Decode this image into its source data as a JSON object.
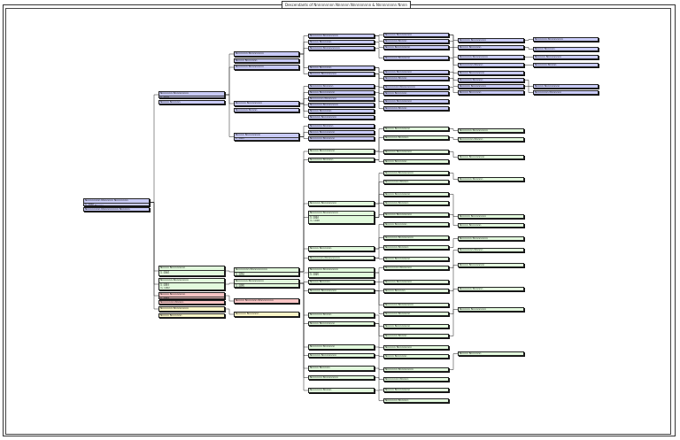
{
  "title": "Descendants of Nnnnnnnnn Nnnnnn Nnnnnnnnn & Nnnnnnnnn Nnnn",
  "colors": {
    "blue": "#c8caf6",
    "green": "#e2fadd",
    "pink": "#f8c4c4",
    "yellow": "#fbf6c8",
    "line": "#222222"
  },
  "nodes": [
    {
      "id": "root",
      "name": "Nnnnnnnnn Nnnnnnn Nnnnnnnn",
      "details": [
        "b. 1850",
        "d. 1915 Nnnnnn"
      ],
      "color": "blue"
    },
    {
      "id": "root-sp",
      "name": "Nnnnnnnnn Nnnnnnnnnn Nnnnnn",
      "details": [],
      "color": "blue"
    },
    {
      "id": "g1a",
      "name": "Nnnnnnn Nnnnnnnnn",
      "details": [
        "b. 1876"
      ],
      "color": "blue"
    },
    {
      "id": "g1a-sp",
      "name": "Nnnnn Nnnnnn",
      "details": [],
      "color": "blue"
    },
    {
      "id": "g1b",
      "name": "Nnnnn Nnnnnnnnn",
      "details": [
        "b. 1879",
        "d. 1950"
      ],
      "color": "green"
    },
    {
      "id": "g1c",
      "name": "Nnnnnnn Nnnnnnnnn",
      "details": [
        "b. 1881",
        "d. 1953",
        "m. 1902"
      ],
      "color": "green"
    },
    {
      "id": "g1d",
      "name": "Nnnnn Nnnnnnnnn",
      "details": [
        "b. 1884"
      ],
      "color": "pink"
    },
    {
      "id": "g1d-sp",
      "name": "Nnnnnnnn Nnnnn",
      "details": [],
      "color": "pink"
    },
    {
      "id": "g1e",
      "name": "Nnnnnnn Nnnnnnnnn",
      "details": [
        "b. 1887"
      ],
      "color": "yellow"
    },
    {
      "id": "g1e-sp",
      "name": "Nnnnn Nnnnnnn",
      "details": [],
      "color": "yellow"
    },
    {
      "id": "g2a",
      "name": "Nnnnnnn Nnnnnnnnn",
      "details": [],
      "color": "blue"
    },
    {
      "id": "g2a-sp",
      "name": "Nnnnn Nnnnnnn",
      "details": [],
      "color": "blue"
    },
    {
      "id": "g2b",
      "name": "Nnnnnnn Nnnnnnnnn",
      "details": [],
      "color": "blue"
    },
    {
      "id": "g2c",
      "name": "Nnnnnn Nnnnnnnnn",
      "details": [],
      "color": "blue"
    },
    {
      "id": "g2c-sp",
      "name": "Nnnnnnn Nnnnn",
      "details": [],
      "color": "blue"
    },
    {
      "id": "g2d",
      "name": "Nnnnn Nnnnnnnnn",
      "details": [
        "b. 1905"
      ],
      "color": "blue"
    },
    {
      "id": "g2e",
      "name": "Nnnnnnnn Nnnnnnnnnn",
      "details": [
        "b. 1903",
        "d. 1970"
      ],
      "color": "green"
    },
    {
      "id": "g2f",
      "name": "Nnnnnnn Nnnnnnnnn",
      "details": [
        "b. 1906",
        "d. 1975"
      ],
      "color": "green"
    },
    {
      "id": "g2g",
      "name": "Nnnnn Nnnnnnn Nnnnnnnnn",
      "details": [],
      "color": "pink"
    },
    {
      "id": "g2h",
      "name": "Nnnnnn Nnnnnnn",
      "details": [],
      "color": "yellow"
    },
    {
      "id": "g3-01",
      "name": "Nnnnnnn Nnnnnnnnn",
      "details": [],
      "color": "blue"
    },
    {
      "id": "g3-02",
      "name": "Nnnnn Nnnnnnn",
      "details": [],
      "color": "blue"
    },
    {
      "id": "g3-03",
      "name": "Nnnnnnn Nnnnnnnnnn",
      "details": [],
      "color": "blue"
    },
    {
      "id": "g3-04",
      "name": "Nnnnn Nnnnnnn",
      "details": [],
      "color": "blue"
    },
    {
      "id": "g3-05",
      "name": "Nnnnnn Nnnnnnnnn",
      "details": [],
      "color": "blue"
    },
    {
      "id": "g3-06",
      "name": "Nnnnnnn Nnnnnn",
      "details": [],
      "color": "blue"
    },
    {
      "id": "g3-07",
      "name": "Nnnnn Nnnnnnnnn",
      "details": [],
      "color": "blue"
    },
    {
      "id": "g3-08",
      "name": "Nnnnnnnn Nnnnnnn",
      "details": [],
      "color": "blue"
    },
    {
      "id": "g3-09",
      "name": "Nnnnnnn Nnnnnnnnn",
      "details": [],
      "color": "blue"
    },
    {
      "id": "g3-10",
      "name": "Nnnnn Nnnnnnn",
      "details": [],
      "color": "blue"
    },
    {
      "id": "g3-11",
      "name": "Nnnnnn Nnnnnnnnn",
      "details": [],
      "color": "blue"
    },
    {
      "id": "g3-12",
      "name": "Nnnnnnn Nnnnnn",
      "details": [],
      "color": "blue"
    },
    {
      "id": "g3-13",
      "name": "Nnnnn Nnnnnnnnn",
      "details": [],
      "color": "blue"
    },
    {
      "id": "g3-14",
      "name": "Nnnnnnn Nnnnnnn",
      "details": [],
      "color": "blue"
    },
    {
      "id": "g3-15",
      "name": "Nnnnn Nnnnnnnnn",
      "details": [],
      "color": "green"
    },
    {
      "id": "g3-16",
      "name": "Nnnnnnn Nnnnnn",
      "details": [],
      "color": "green"
    },
    {
      "id": "g3-17",
      "name": "Nnnnnn Nnnnnnnnn",
      "details": [],
      "color": "green"
    },
    {
      "id": "g3-18",
      "name": "Nnnnnnn Nnnnnnnnn",
      "details": [
        "b. 1925",
        "d. 1990",
        "m. 1948"
      ],
      "color": "green"
    },
    {
      "id": "g3-19",
      "name": "Nnnnn Nnnnnnn",
      "details": [],
      "color": "green"
    },
    {
      "id": "g3-20",
      "name": "Nnnnnnnn Nnnnnnnnn",
      "details": [],
      "color": "green"
    },
    {
      "id": "g3-21",
      "name": "Nnnnnnn Nnnnnnnnn",
      "details": [
        "b. 1930",
        "d. 1995"
      ],
      "color": "green"
    },
    {
      "id": "g3-22",
      "name": "Nnnnn Nnnnnn",
      "details": [],
      "color": "green"
    },
    {
      "id": "g3-23",
      "name": "Nnnnnn Nnnnnnnnn",
      "details": [],
      "color": "green"
    },
    {
      "id": "g3-24",
      "name": "Nnnnnnn Nnnnn",
      "details": [],
      "color": "green"
    },
    {
      "id": "g3-25",
      "name": "Nnnnn Nnnnnnnnn",
      "details": [],
      "color": "green"
    },
    {
      "id": "g3-26",
      "name": "Nnnnnnn Nnnnnnn",
      "details": [],
      "color": "green"
    },
    {
      "id": "g3-27",
      "name": "Nnnnnn Nnnnnnnnn",
      "details": [],
      "color": "green"
    },
    {
      "id": "g3-28",
      "name": "Nnnnn Nnnnnn",
      "details": [],
      "color": "green"
    },
    {
      "id": "g3-29",
      "name": "Nnnnnnn Nnnnnnnnn",
      "details": [],
      "color": "green"
    },
    {
      "id": "g3-30",
      "name": "Nnnnnnn Nnnnn",
      "details": [],
      "color": "green"
    },
    {
      "id": "g4-01",
      "name": "Nnnnnn Nnnnnnnnn",
      "details": [],
      "color": "blue"
    },
    {
      "id": "g4-02",
      "name": "Nnnnnnn Nnnnn",
      "details": [],
      "color": "blue"
    },
    {
      "id": "g4-03",
      "name": "Nnnnn Nnnnnnnnn",
      "details": [],
      "color": "blue"
    },
    {
      "id": "g4-04",
      "name": "Nnnnnnn Nnnnnnn",
      "details": [],
      "color": "blue"
    },
    {
      "id": "g4-05",
      "name": "Nnnnnn Nnnnnnnnn",
      "details": [],
      "color": "blue"
    },
    {
      "id": "g4-06",
      "name": "Nnnnnnn Nnnnn",
      "details": [],
      "color": "blue"
    },
    {
      "id": "g4-07",
      "name": "Nnnnnnnn Nnnnnnnnn",
      "details": [],
      "color": "blue"
    },
    {
      "id": "g4-08",
      "name": "Nnnnn Nnnnnnn",
      "details": [],
      "color": "blue"
    },
    {
      "id": "g4-09",
      "name": "Nnnnnn Nnnnnnnnn",
      "details": [],
      "color": "blue"
    },
    {
      "id": "g4-10",
      "name": "Nnnnnnn Nnnnn",
      "details": [],
      "color": "blue"
    },
    {
      "id": "g4-11",
      "name": "Nnnnn Nnnnnnnnn",
      "details": [],
      "color": "green"
    },
    {
      "id": "g4-12",
      "name": "Nnnnnnn Nnnnnn",
      "details": [],
      "color": "green"
    },
    {
      "id": "g4-13",
      "name": "Nnnnnn Nnnnnnnnn",
      "details": [],
      "color": "green"
    },
    {
      "id": "g4-14",
      "name": "Nnnnn Nnnnnnn",
      "details": [],
      "color": "green"
    },
    {
      "id": "g4-15",
      "name": "Nnnnnnn Nnnnnnnnn",
      "details": [],
      "color": "green"
    },
    {
      "id": "g4-16",
      "name": "Nnnnnnnn Nnnnn",
      "details": [],
      "color": "green"
    },
    {
      "id": "g4-17",
      "name": "Nnnnn Nnnnnnnnn",
      "details": [],
      "color": "green"
    },
    {
      "id": "g4-18",
      "name": "Nnnnnnn Nnnnnn",
      "details": [],
      "color": "green"
    },
    {
      "id": "g4-19",
      "name": "Nnnnnn Nnnnnnnnn",
      "details": [],
      "color": "green"
    },
    {
      "id": "g4-20",
      "name": "Nnnnn Nnnnnnn",
      "details": [],
      "color": "green"
    },
    {
      "id": "g4-21",
      "name": "Nnnnnnn Nnnnnnnnn",
      "details": [],
      "color": "green"
    },
    {
      "id": "g4-22",
      "name": "Nnnnnnn Nnnnnn",
      "details": [],
      "color": "green"
    },
    {
      "id": "g4-23",
      "name": "Nnnnn Nnnnnnnnn",
      "details": [],
      "color": "green"
    },
    {
      "id": "g4-24",
      "name": "Nnnnnnnn Nnnnnnn",
      "details": [],
      "color": "green"
    },
    {
      "id": "g4-25",
      "name": "Nnnnnn Nnnnnnnnn",
      "details": [],
      "color": "green"
    },
    {
      "id": "g4-26",
      "name": "Nnnnn Nnnnnn",
      "details": [],
      "color": "green"
    },
    {
      "id": "g4-27",
      "name": "Nnnnnnn Nnnnnnnnn",
      "details": [],
      "color": "green"
    },
    {
      "id": "g4-28",
      "name": "Nnnnnnn Nnnnnnn",
      "details": [],
      "color": "green"
    },
    {
      "id": "g4-29",
      "name": "Nnnnn Nnnnnnnnn",
      "details": [],
      "color": "green"
    },
    {
      "id": "g4-30",
      "name": "Nnnnnnn Nnnnn",
      "details": [],
      "color": "green"
    },
    {
      "id": "g4-31",
      "name": "Nnnnnn Nnnnnnnnn",
      "details": [],
      "color": "green"
    },
    {
      "id": "g4-32",
      "name": "Nnnnn Nnnnnnn",
      "details": [],
      "color": "green"
    },
    {
      "id": "g4-33",
      "name": "Nnnnnnn Nnnnnnnnn",
      "details": [],
      "color": "green"
    },
    {
      "id": "g4-34",
      "name": "Nnnnnnnn Nnnnn",
      "details": [],
      "color": "green"
    },
    {
      "id": "g4-35",
      "name": "Nnnnn Nnnnnnnnn",
      "details": [],
      "color": "green"
    },
    {
      "id": "g4-36",
      "name": "Nnnnnnn Nnnnnn",
      "details": [],
      "color": "green"
    },
    {
      "id": "g5-01",
      "name": "Nnnnnn Nnnnnnnnn",
      "details": [],
      "color": "blue"
    },
    {
      "id": "g5-02",
      "name": "Nnnnn Nnnnnnn",
      "details": [],
      "color": "blue"
    },
    {
      "id": "g5-03",
      "name": "Nnnnnnn Nnnnnnnnn",
      "details": [],
      "color": "blue"
    },
    {
      "id": "g5-04",
      "name": "Nnnnnnnn Nnnnn",
      "details": [],
      "color": "blue"
    },
    {
      "id": "g5-05",
      "name": "Nnnnn Nnnnnnnnn",
      "details": [],
      "color": "blue"
    },
    {
      "id": "g5-06",
      "name": "Nnnnnnn Nnnnnn",
      "details": [],
      "color": "blue"
    },
    {
      "id": "g5-07",
      "name": "Nnnnnn Nnnnnnnnn",
      "details": [],
      "color": "blue"
    },
    {
      "id": "g5-08",
      "name": "Nnnnn Nnnnnnn",
      "details": [],
      "color": "blue"
    },
    {
      "id": "g5-09",
      "name": "Nnnnnnn Nnnnnnnnn",
      "details": [],
      "color": "green"
    },
    {
      "id": "g5-10",
      "name": "Nnnnnnnn Nnnnn",
      "details": [],
      "color": "green"
    },
    {
      "id": "g5-11",
      "name": "Nnnnn Nnnnnnnnn",
      "details": [],
      "color": "green"
    },
    {
      "id": "g5-12",
      "name": "Nnnnnnn Nnnnnn",
      "details": [],
      "color": "green"
    },
    {
      "id": "g5-13",
      "name": "Nnnnnn Nnnnnnnnn",
      "details": [],
      "color": "green"
    },
    {
      "id": "g5-14",
      "name": "Nnnnn Nnnnnnn",
      "details": [],
      "color": "green"
    },
    {
      "id": "g5-15",
      "name": "Nnnnnnn Nnnnnnnnn",
      "details": [],
      "color": "green"
    },
    {
      "id": "g5-16",
      "name": "Nnnnnnnn Nnnnn",
      "details": [],
      "color": "green"
    },
    {
      "id": "g5-17",
      "name": "Nnnnn Nnnnnnnnn",
      "details": [],
      "color": "green"
    },
    {
      "id": "g5-18",
      "name": "Nnnnnnn Nnnnnn",
      "details": [],
      "color": "green"
    },
    {
      "id": "g5-19",
      "name": "Nnnnnn Nnnnnnnnn",
      "details": [],
      "color": "green"
    },
    {
      "id": "g5-20",
      "name": "Nnnnn Nnnnnnn",
      "details": [],
      "color": "green"
    },
    {
      "id": "g6-01",
      "name": "Nnnnnnn Nnnnnnnnn",
      "details": [],
      "color": "blue"
    },
    {
      "id": "g6-02",
      "name": "Nnnnn Nnnnnn",
      "details": [],
      "color": "blue"
    },
    {
      "id": "g6-03",
      "name": "Nnnnnn Nnnnnnnnn",
      "details": [],
      "color": "blue"
    },
    {
      "id": "g6-04",
      "name": "Nnnnnnn Nnnnn",
      "details": [],
      "color": "blue"
    },
    {
      "id": "g6-05",
      "name": "Nnnnn Nnnnnnnnn",
      "details": [],
      "color": "blue"
    },
    {
      "id": "g6-06",
      "name": "Nnnnnnnn Nnnnnnn",
      "details": [],
      "color": "blue"
    }
  ],
  "links": [
    [
      "root",
      "g1a"
    ],
    [
      "root",
      "g1b"
    ],
    [
      "root",
      "g1c"
    ],
    [
      "root",
      "g1d"
    ],
    [
      "root",
      "g1e"
    ],
    [
      "g1a",
      "g2a"
    ],
    [
      "g1a",
      "g2b"
    ],
    [
      "g1a",
      "g2c"
    ],
    [
      "g1a",
      "g2d"
    ],
    [
      "g1b",
      "g2e"
    ],
    [
      "g1c",
      "g2f"
    ],
    [
      "g1d",
      "g2g"
    ],
    [
      "g1e",
      "g2h"
    ],
    [
      "g2a",
      "g3-01"
    ],
    [
      "g2a",
      "g3-02"
    ],
    [
      "g2a",
      "g3-03"
    ],
    [
      "g2a",
      "g3-04"
    ],
    [
      "g2a",
      "g3-05"
    ],
    [
      "g2c",
      "g3-06"
    ],
    [
      "g2c",
      "g3-07"
    ],
    [
      "g2c",
      "g3-08"
    ],
    [
      "g2c",
      "g3-09"
    ],
    [
      "g2c",
      "g3-10"
    ],
    [
      "g2c",
      "g3-11"
    ],
    [
      "g2d",
      "g3-12"
    ],
    [
      "g2d",
      "g3-13"
    ],
    [
      "g2d",
      "g3-14"
    ],
    [
      "g2e",
      "g3-15"
    ],
    [
      "g2e",
      "g3-16"
    ],
    [
      "g2e",
      "g3-17"
    ],
    [
      "g2e",
      "g3-18"
    ],
    [
      "g2e",
      "g3-19"
    ],
    [
      "g2e",
      "g3-20"
    ],
    [
      "g2f",
      "g3-21"
    ],
    [
      "g2f",
      "g3-22"
    ],
    [
      "g2f",
      "g3-23"
    ],
    [
      "g2f",
      "g3-24"
    ],
    [
      "g2f",
      "g3-25"
    ],
    [
      "g2f",
      "g3-26"
    ],
    [
      "g2f",
      "g3-27"
    ],
    [
      "g2f",
      "g3-28"
    ],
    [
      "g2f",
      "g3-29"
    ],
    [
      "g2f",
      "g3-30"
    ],
    [
      "g3-01",
      "g4-01"
    ],
    [
      "g3-01",
      "g4-02"
    ],
    [
      "g3-02",
      "g4-03"
    ],
    [
      "g3-03",
      "g4-04"
    ],
    [
      "g3-04",
      "g4-05"
    ],
    [
      "g3-04",
      "g4-06"
    ],
    [
      "g3-05",
      "g4-07"
    ],
    [
      "g3-05",
      "g4-08"
    ],
    [
      "g3-06",
      "g4-09"
    ],
    [
      "g3-07",
      "g4-10"
    ],
    [
      "g3-15",
      "g4-11"
    ],
    [
      "g3-15",
      "g4-12"
    ],
    [
      "g3-16",
      "g4-13"
    ],
    [
      "g3-16",
      "g4-14"
    ],
    [
      "g3-17",
      "g4-15"
    ],
    [
      "g3-17",
      "g4-16"
    ],
    [
      "g3-18",
      "g4-17"
    ],
    [
      "g3-18",
      "g4-18"
    ],
    [
      "g3-18",
      "g4-19"
    ],
    [
      "g3-19",
      "g4-20"
    ],
    [
      "g3-19",
      "g4-21"
    ],
    [
      "g3-20",
      "g4-22"
    ],
    [
      "g3-20",
      "g4-23"
    ],
    [
      "g3-21",
      "g4-24"
    ],
    [
      "g3-21",
      "g4-25"
    ],
    [
      "g3-22",
      "g4-26"
    ],
    [
      "g3-23",
      "g4-27"
    ],
    [
      "g3-23",
      "g4-28"
    ],
    [
      "g3-24",
      "g4-29"
    ],
    [
      "g3-25",
      "g4-30"
    ],
    [
      "g3-25",
      "g4-31"
    ],
    [
      "g3-26",
      "g4-32"
    ],
    [
      "g3-27",
      "g4-33"
    ],
    [
      "g3-28",
      "g4-34"
    ],
    [
      "g3-29",
      "g4-35"
    ],
    [
      "g3-30",
      "g4-36"
    ],
    [
      "g4-01",
      "g5-01"
    ],
    [
      "g4-01",
      "g5-02"
    ],
    [
      "g4-02",
      "g5-03"
    ],
    [
      "g4-03",
      "g5-04"
    ],
    [
      "g4-04",
      "g5-05"
    ],
    [
      "g4-05",
      "g5-06"
    ],
    [
      "g4-06",
      "g5-07"
    ],
    [
      "g4-07",
      "g5-08"
    ],
    [
      "g4-11",
      "g5-09"
    ],
    [
      "g4-12",
      "g5-10"
    ],
    [
      "g4-13",
      "g5-11"
    ],
    [
      "g4-15",
      "g5-12"
    ],
    [
      "g4-17",
      "g5-13"
    ],
    [
      "g4-19",
      "g5-14"
    ],
    [
      "g4-22",
      "g5-15"
    ],
    [
      "g4-24",
      "g5-16"
    ],
    [
      "g4-26",
      "g5-17"
    ],
    [
      "g4-28",
      "g5-18"
    ],
    [
      "g4-30",
      "g5-19"
    ],
    [
      "g4-33",
      "g5-20"
    ],
    [
      "g5-01",
      "g6-01"
    ],
    [
      "g5-02",
      "g6-02"
    ],
    [
      "g5-03",
      "g6-03"
    ],
    [
      "g5-04",
      "g6-04"
    ],
    [
      "g5-06",
      "g6-05"
    ],
    [
      "g5-07",
      "g6-06"
    ]
  ]
}
